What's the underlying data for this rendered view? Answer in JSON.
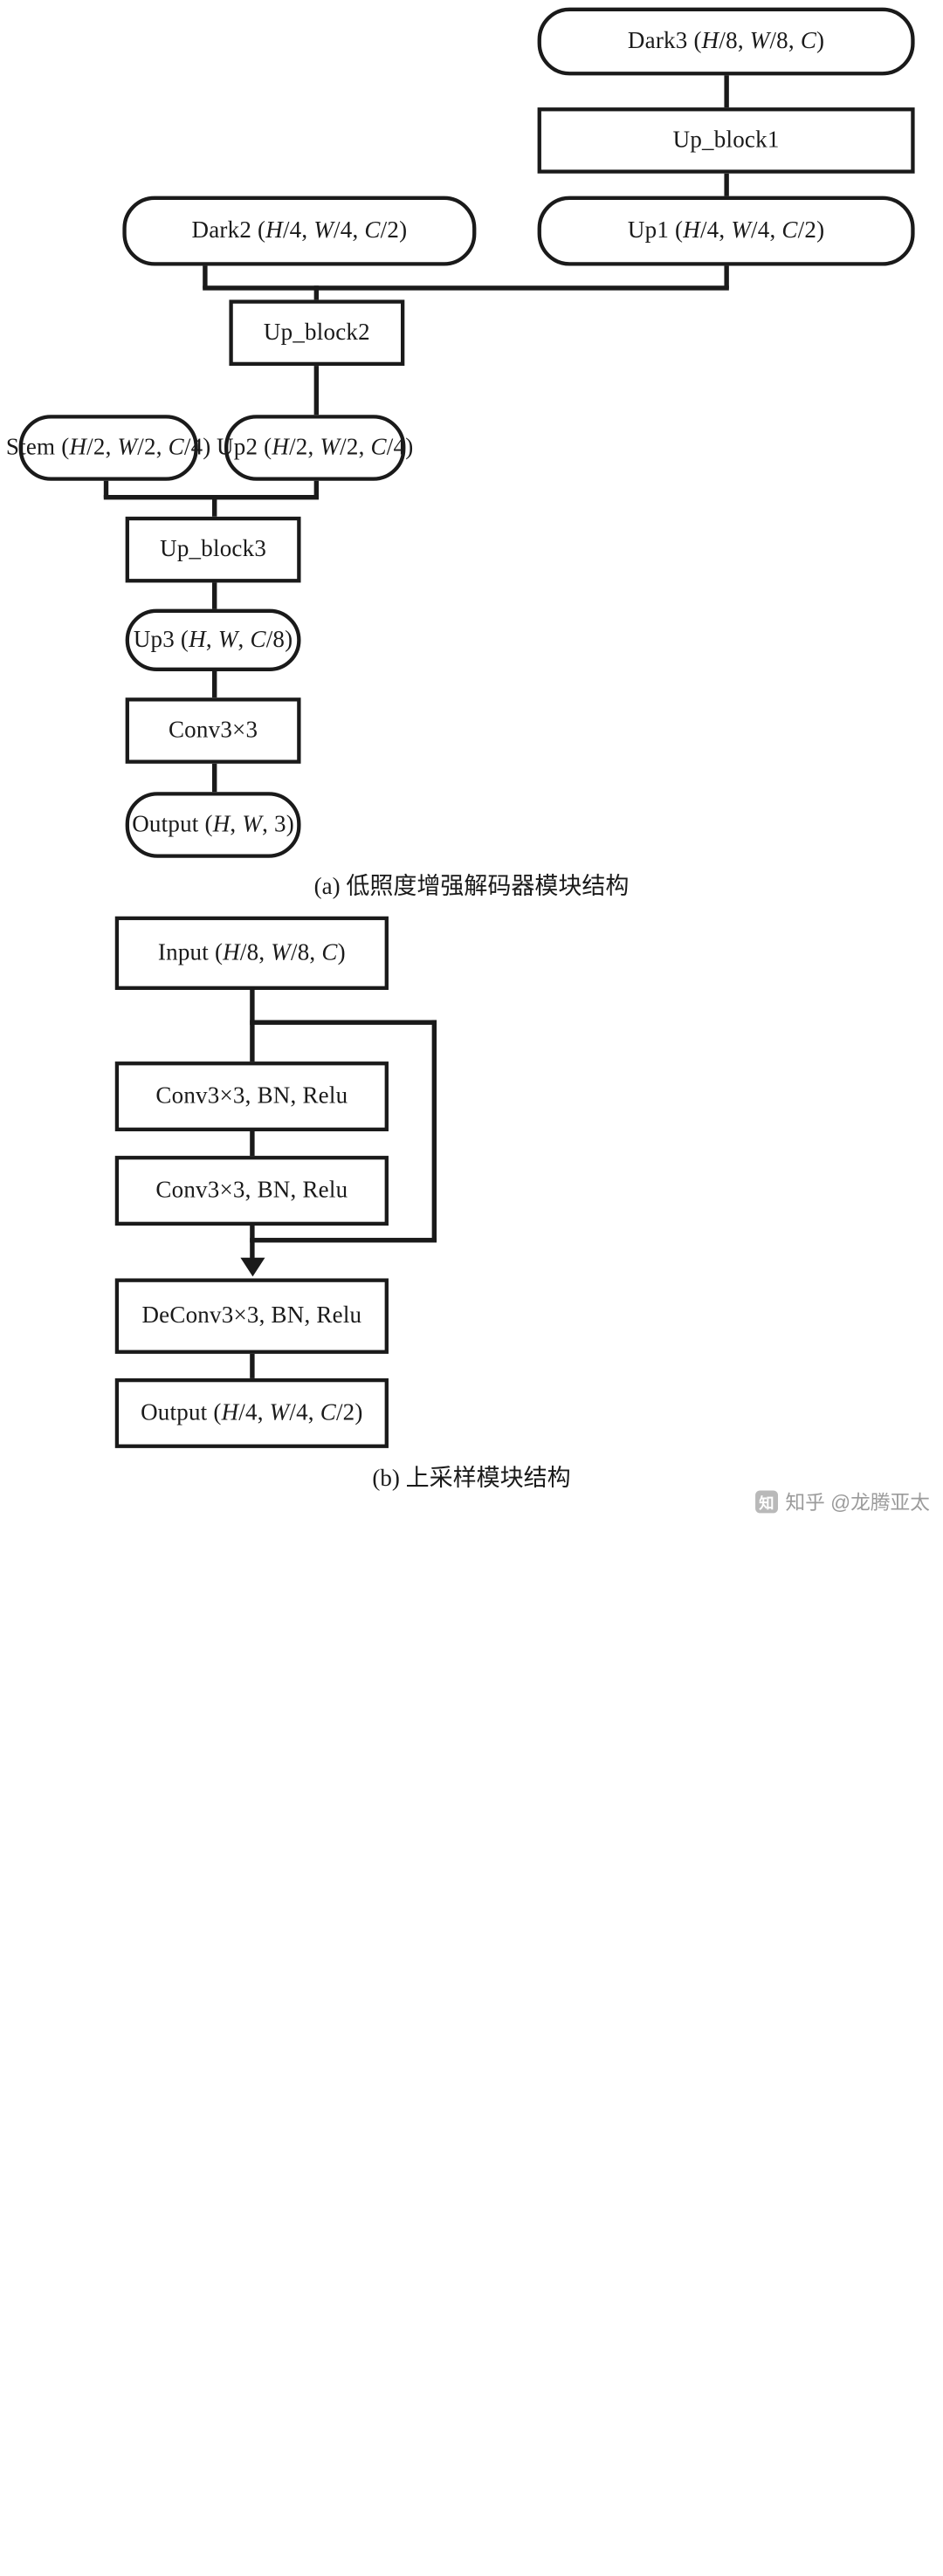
{
  "figure": {
    "panels": [
      {
        "id": "a",
        "caption": "(a) 低照度增强解码器模块结构",
        "nodes": [
          {
            "key": "dark3",
            "label": "Dark3 (H/8, W/8, C)",
            "shape": "rounded"
          },
          {
            "key": "up_block1",
            "label": "Up_block1",
            "shape": "rect"
          },
          {
            "key": "dark2",
            "label": "Dark2 (H/4, W/4, C/2)",
            "shape": "rounded"
          },
          {
            "key": "up1",
            "label": "Up1 (H/4, W/4, C/2)",
            "shape": "rounded"
          },
          {
            "key": "up_block2",
            "label": "Up_block2",
            "shape": "rect"
          },
          {
            "key": "stem",
            "label": "Stem (H/2, W/2, C/4)",
            "shape": "rounded"
          },
          {
            "key": "up2",
            "label": "Up2 (H/2, W/2, C/4)",
            "shape": "rounded"
          },
          {
            "key": "up_block3",
            "label": "Up_block3",
            "shape": "rect"
          },
          {
            "key": "up3",
            "label": "Up3 (H, W, C/8)",
            "shape": "rounded"
          },
          {
            "key": "conv33",
            "label": "Conv3×3",
            "shape": "rect"
          },
          {
            "key": "output",
            "label": "Output (H, W, 3)",
            "shape": "rounded"
          }
        ]
      },
      {
        "id": "b",
        "caption": "(b) 上采样模块结构",
        "nodes": [
          {
            "key": "b_input",
            "label": "Input (H/8, W/8, C)",
            "shape": "rect"
          },
          {
            "key": "b_conv1",
            "label": "Conv3×3, BN, Relu",
            "shape": "rect"
          },
          {
            "key": "b_conv2",
            "label": "Conv3×3, BN, Relu",
            "shape": "rect"
          },
          {
            "key": "b_deconv",
            "label": "DeConv3×3, BN, Relu",
            "shape": "rect"
          },
          {
            "key": "b_output",
            "label": "Output (H/4, W/4, C/2)",
            "shape": "rect"
          }
        ]
      }
    ]
  },
  "watermark": {
    "mark": "知",
    "text": "知乎 @龙腾亚太"
  },
  "colors": {
    "stroke": "#1a1a1a",
    "background": "#ffffff",
    "watermark": "#9b9b9b"
  }
}
